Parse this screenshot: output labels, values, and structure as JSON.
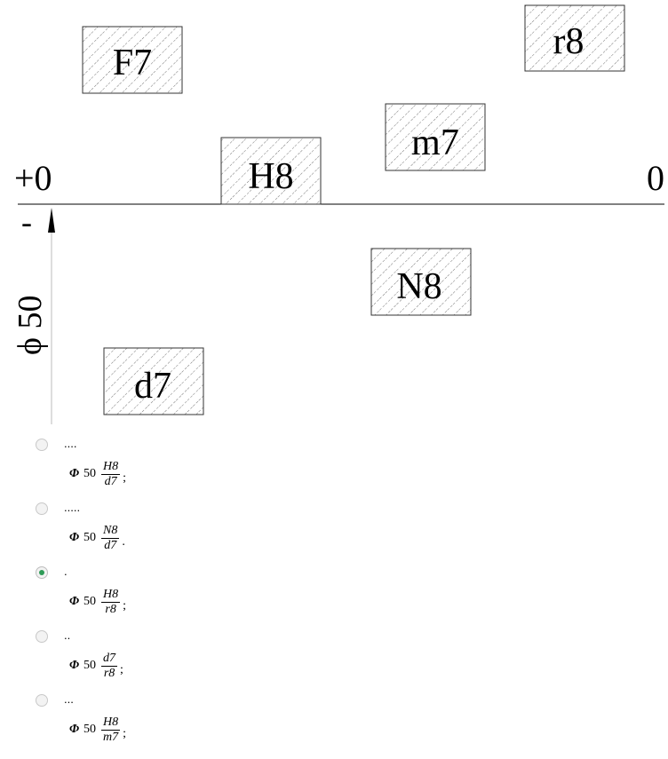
{
  "diagram": {
    "zero_label_left": "+0",
    "zero_label_right": "0",
    "minus_label": "-",
    "diameter_label": "ϕ 50",
    "fields": [
      {
        "label": "F7"
      },
      {
        "label": "r8"
      },
      {
        "label": "m7"
      },
      {
        "label": "H8"
      },
      {
        "label": "N8"
      },
      {
        "label": "d7"
      }
    ]
  },
  "options": [
    {
      "marker": "....",
      "phi": "Φ",
      "size": "50",
      "numerator": "H8",
      "denominator": "d7",
      "punct": ";",
      "selected": false
    },
    {
      "marker": ".....",
      "phi": "Φ",
      "size": "50",
      "numerator": "N8",
      "denominator": "d7",
      "punct": ".",
      "selected": false
    },
    {
      "marker": ".",
      "phi": "Φ",
      "size": "50",
      "numerator": "H8",
      "denominator": "r8",
      "punct": ";",
      "selected": true
    },
    {
      "marker": "..",
      "phi": "Φ",
      "size": "50",
      "numerator": "d7",
      "denominator": "r8",
      "punct": ";",
      "selected": false
    },
    {
      "marker": "...",
      "phi": "Φ",
      "size": "50",
      "numerator": "H8",
      "denominator": "m7",
      "punct": ";",
      "selected": false
    }
  ]
}
